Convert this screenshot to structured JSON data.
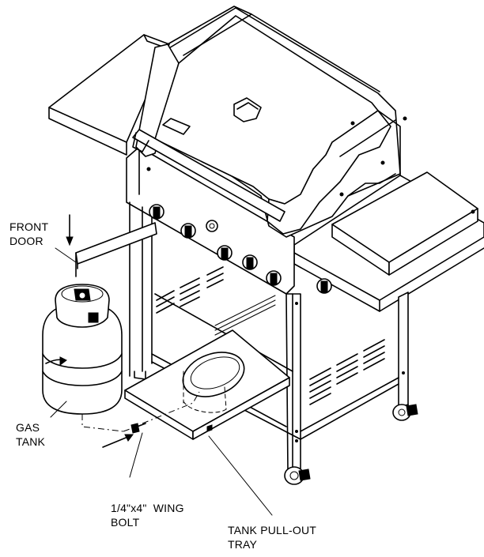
{
  "labels": {
    "front_door_line1": "FRONT",
    "front_door_line2": "DOOR",
    "gas_tank_line1": "GAS",
    "gas_tank_line2": "TANK",
    "wing_bolt_line1": "1/4\"x4\"  WING",
    "wing_bolt_line2": "BOLT",
    "tray_line1": "TANK PULL-OUT",
    "tray_line2": "TRAY"
  }
}
